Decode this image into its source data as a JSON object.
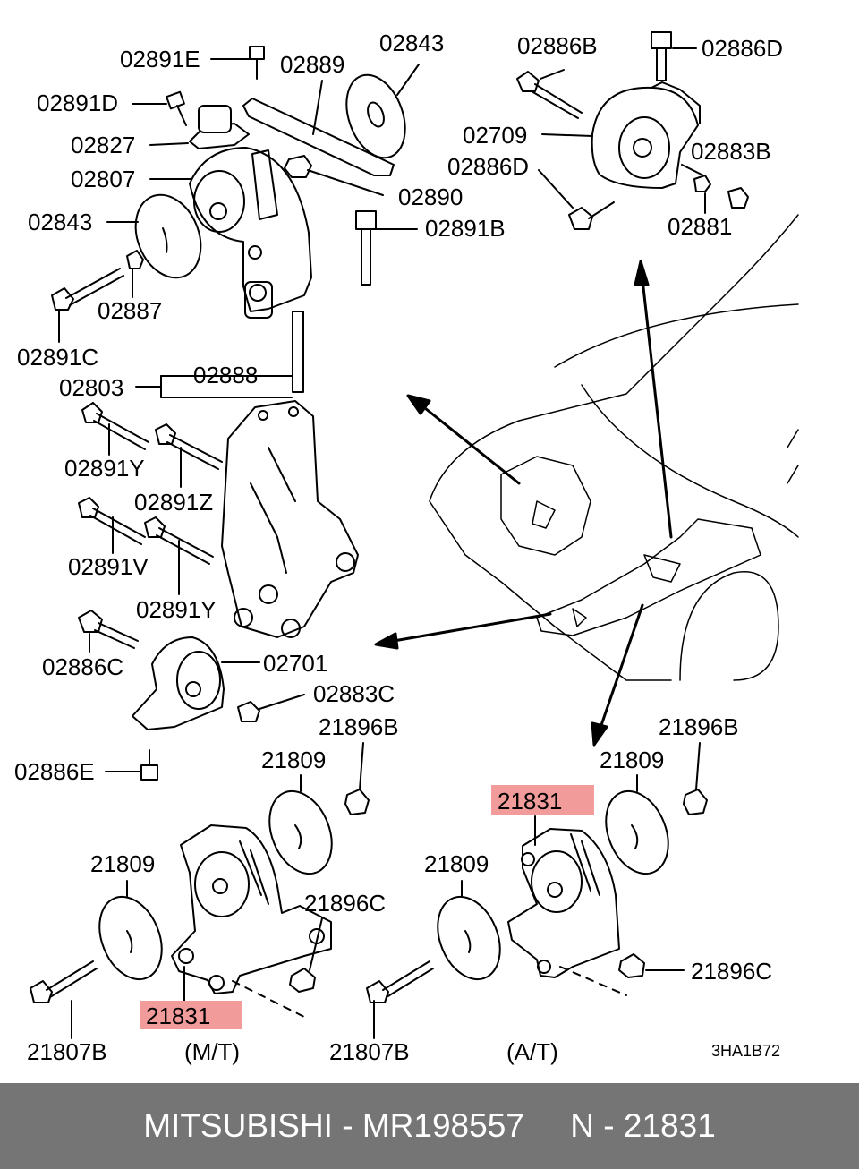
{
  "labels": {
    "p02891E": "02891E",
    "p02889": "02889",
    "p02843_top": "02843",
    "p02891D": "02891D",
    "p02827": "02827",
    "p02807": "02807",
    "p02843_left": "02843",
    "p02890": "02890",
    "p02891B": "02891B",
    "p02887": "02887",
    "p02891C": "02891C",
    "p02888": "02888",
    "p02803": "02803",
    "p02891Y_1": "02891Y",
    "p02891Z": "02891Z",
    "p02891V": "02891V",
    "p02891Y_2": "02891Y",
    "p02886C": "02886C",
    "p02701": "02701",
    "p02883C": "02883C",
    "p02886E": "02886E",
    "p02886B": "02886B",
    "p02886D_top": "02886D",
    "p02709": "02709",
    "p02886D_mid": "02886D",
    "p02883B": "02883B",
    "p02881": "02881",
    "p21896B_mt": "21896B",
    "p21809_mt_top": "21809",
    "p21809_mt_left": "21809",
    "p21896C_mt": "21896C",
    "p21831_mt": "21831",
    "p21807B_mt": "21807B",
    "mt_caption": "(M/T)",
    "p21896B_at": "21896B",
    "p21809_at_top": "21809",
    "p21831_at": "21831",
    "p21809_at_left": "21809",
    "p21896C_at": "21896C",
    "p21807B_at": "21807B",
    "at_caption": "(A/T)",
    "drawing_code": "3HA1B72"
  },
  "highlight_color": "#f19b9b",
  "footer": {
    "brand": "MITSUBISHI",
    "separator": " - ",
    "part_number": "MR198557",
    "gap": "     ",
    "ref": "N - 21831"
  }
}
